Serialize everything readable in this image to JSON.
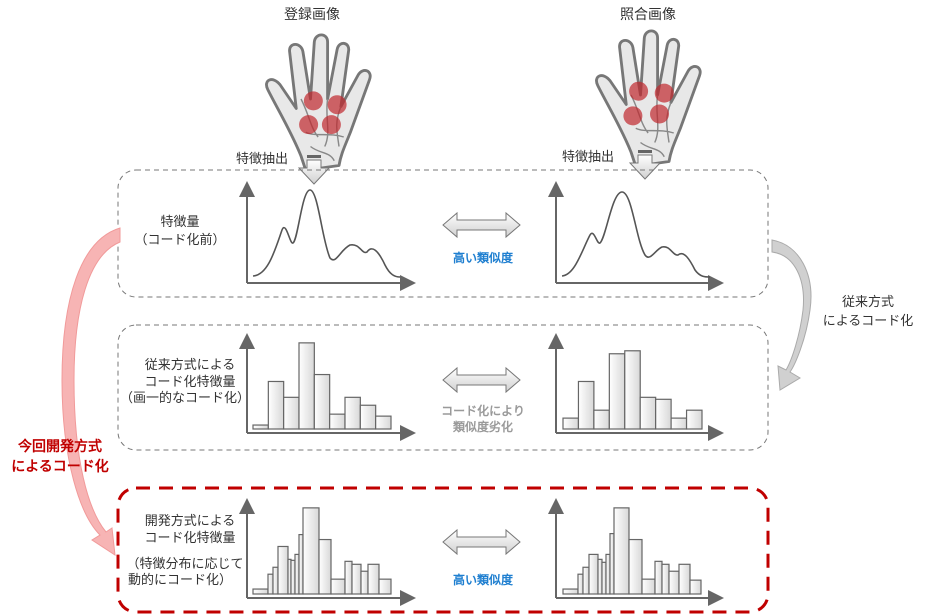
{
  "titles": {
    "enroll": "登録画像",
    "verify": "照合画像"
  },
  "extract": {
    "left": "特徴抽出",
    "right": "特徴抽出"
  },
  "rows": [
    {
      "label": [
        "特徴量",
        "（コード化前）"
      ],
      "similarity": "高い類似度"
    },
    {
      "label": [
        "従来方式による",
        "コード化特徴量",
        "（画一的なコード化）"
      ],
      "similarity": [
        "コード化により",
        "類似度劣化"
      ]
    },
    {
      "label": [
        "開発方式による",
        "コード化特徴量",
        "（特徴分布に応じて",
        "動的にコード化）"
      ],
      "similarity": "高い類似度"
    }
  ],
  "side": {
    "conventional": [
      "従来方式",
      "によるコード化"
    ],
    "new": [
      "今回開発方式",
      "によるコード化"
    ]
  },
  "colors": {
    "red": "#c00000",
    "blue": "#1f7fd0",
    "gray": "#9a9a9a"
  },
  "chart_data": [
    {
      "type": "bar",
      "name": "conventional-enroll",
      "widths": [
        1,
        1,
        1,
        1,
        1,
        1,
        1,
        1,
        1
      ],
      "values": [
        4,
        48,
        32,
        87,
        55,
        15,
        32,
        24,
        13
      ]
    },
    {
      "type": "bar",
      "name": "conventional-verify",
      "widths": [
        1,
        1,
        1,
        1,
        1,
        1,
        1,
        1,
        1
      ],
      "values": [
        11,
        48,
        19,
        76,
        79,
        32,
        30,
        11,
        19
      ]
    },
    {
      "type": "bar",
      "name": "new-enroll",
      "widths": [
        15,
        5,
        5,
        10,
        3,
        4,
        4,
        4,
        16,
        12,
        14,
        7,
        9,
        7,
        11,
        12
      ],
      "values": [
        5,
        20,
        27,
        48,
        35,
        34,
        40,
        60,
        87,
        55,
        15,
        33,
        30,
        23,
        30,
        15
      ]
    },
    {
      "type": "bar",
      "name": "new-verify",
      "widths": [
        15,
        5,
        6,
        9,
        4,
        4,
        4,
        4,
        15,
        13,
        13,
        7,
        7,
        10,
        11,
        11
      ],
      "values": [
        5,
        20,
        27,
        40,
        35,
        32,
        40,
        61,
        87,
        55,
        15,
        33,
        30,
        23,
        30,
        14
      ]
    }
  ]
}
